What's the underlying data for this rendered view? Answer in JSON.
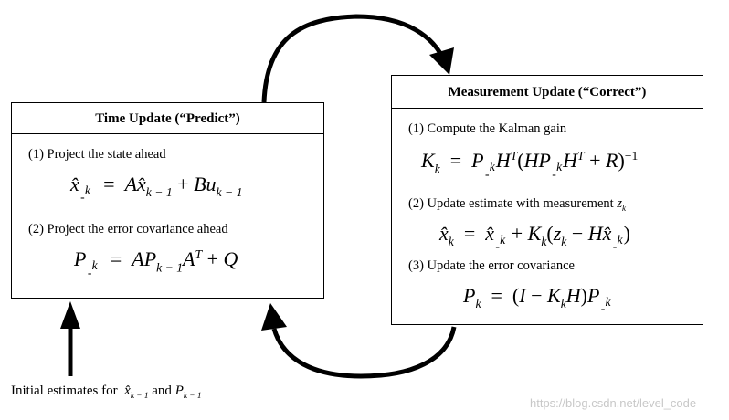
{
  "time_update": {
    "title": "Time Update (“Predict”)",
    "step1": "(1) Project the state ahead",
    "step2": "(2) Project the error covariance ahead"
  },
  "measurement_update": {
    "title": "Measurement Update (“Correct”)",
    "step1": "(1) Compute the Kalman gain",
    "step2": "(2) Update estimate with measurement",
    "step3": "(3) Update the error covariance"
  },
  "initial": {
    "prefix": "Initial estimates for",
    "and": "and"
  },
  "watermark": "https://blog.csdn.net/level_code"
}
